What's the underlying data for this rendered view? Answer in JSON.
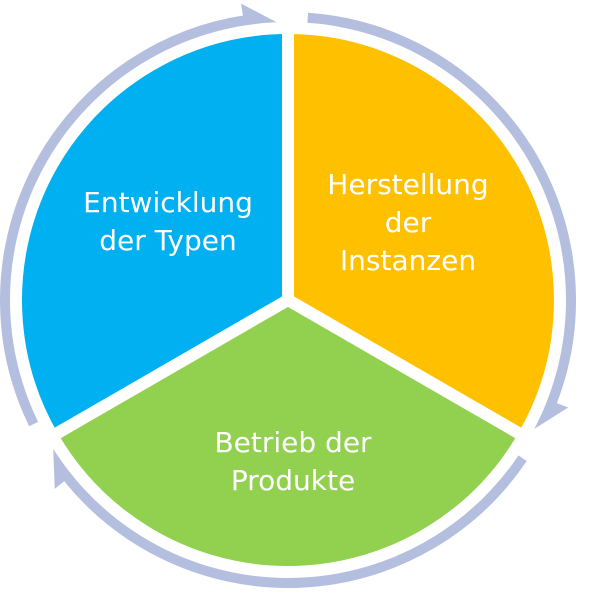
{
  "cycle": {
    "segments": [
      {
        "id": "develop",
        "lines": [
          "Entwicklung",
          "der Typen"
        ],
        "color": "#00b0f0"
      },
      {
        "id": "produce",
        "lines": [
          "Herstellung",
          "der",
          "Instanzen"
        ],
        "color": "#ffc000"
      },
      {
        "id": "operate",
        "lines": [
          "Betrieb der",
          "Produkte"
        ],
        "color": "#92d050"
      }
    ],
    "arrow_color": "#b4bfe0",
    "gap_color": "#ffffff"
  }
}
